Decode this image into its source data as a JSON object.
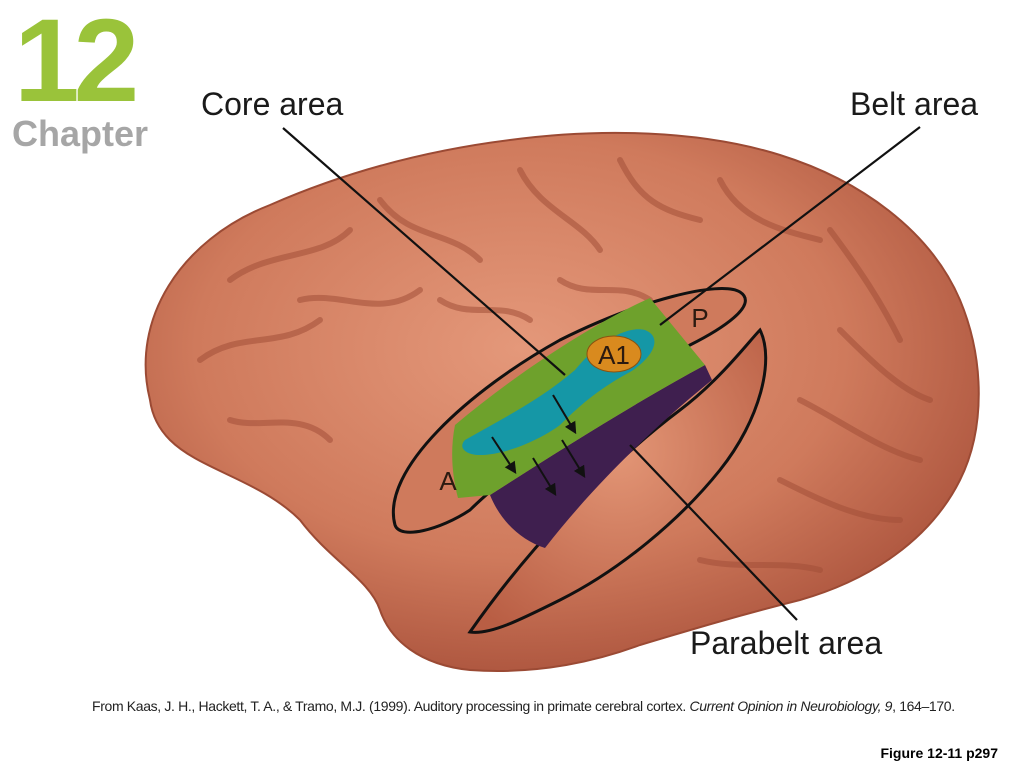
{
  "header": {
    "chapter_number": "12",
    "chapter_word": "Chapter"
  },
  "callouts": {
    "core": "Core area",
    "belt": "Belt area",
    "parabelt": "Parabelt area"
  },
  "regions": {
    "a1": "A1",
    "anterior": "A",
    "posterior": "P"
  },
  "footer": {
    "citation_pre": "From Kaas, J. H., Hackett, T. A., & Tramo, M.J. (1999). Auditory processing in primate cerebral cortex. ",
    "citation_journal": "Current Opinion in Neurobiology, 9",
    "citation_post": ", 164–170.",
    "figure_ref": "Figure 12-11 p297"
  },
  "colors": {
    "chapter_green": "#9ac33a",
    "chapter_gray": "#a6a6a6",
    "brain": "#cf7a5c",
    "brain_dark": "#a8503a",
    "belt_green": "#6ea12c",
    "core_teal": "#1597a6",
    "a1_orange": "#d98a1e",
    "parabelt_purple": "#3f1f4f"
  }
}
